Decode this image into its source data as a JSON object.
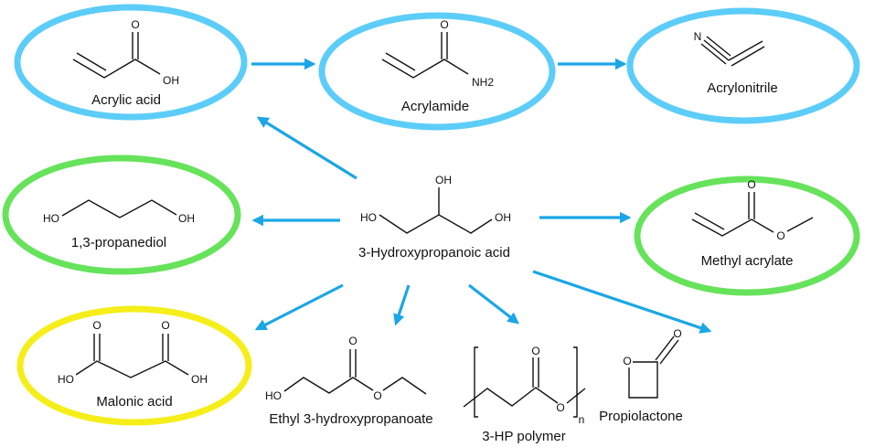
{
  "colors": {
    "blue_ring": "#5ccdf8",
    "green_ring": "#66e35b",
    "yellow_ring": "#f5ee1a",
    "arrow": "#1ba6e6"
  },
  "center": {
    "name": "3-Hydroxypropanoic acid",
    "atoms": [
      "HO",
      "OH",
      "OH"
    ]
  },
  "products": [
    {
      "name": "Acrylic acid",
      "ring": "blue",
      "atoms": [
        "O",
        "OH"
      ]
    },
    {
      "name": "Acrylamide",
      "ring": "blue",
      "atoms": [
        "O",
        "NH2"
      ]
    },
    {
      "name": "Acrylonitrile",
      "ring": "blue",
      "atoms": [
        "N"
      ]
    },
    {
      "name": "1,3-propanediol",
      "ring": "green",
      "atoms": [
        "HO",
        "OH"
      ]
    },
    {
      "name": "Methyl acrylate",
      "ring": "green",
      "atoms": [
        "O",
        "O"
      ]
    },
    {
      "name": "Malonic acid",
      "ring": "yellow",
      "atoms": [
        "O",
        "O",
        "HO",
        "OH"
      ]
    },
    {
      "name": "Ethyl 3-hydroxypropanoate",
      "ring": "none",
      "atoms": [
        "O",
        "HO",
        "O"
      ]
    },
    {
      "name": "3-HP polymer",
      "ring": "none",
      "atoms": [
        "O",
        "O",
        "n"
      ]
    },
    {
      "name": "Propiolactone",
      "ring": "none",
      "atoms": [
        "O",
        "O"
      ]
    }
  ]
}
